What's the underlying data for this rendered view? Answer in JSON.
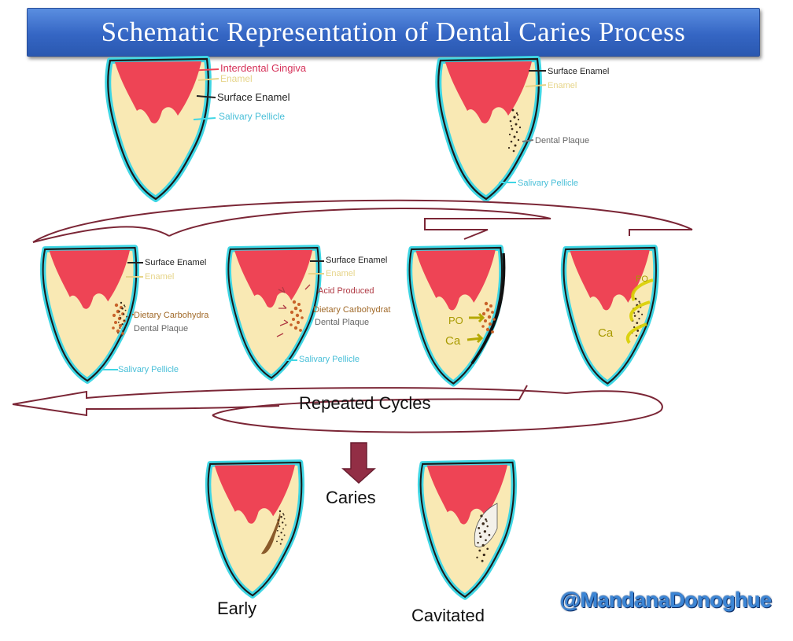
{
  "title": "Schematic Representation of Dental Caries Process",
  "watermark": "@MandanaDonoghue",
  "colors": {
    "gingiva": "#ee4455",
    "enamel": "#f9e9b4",
    "pellicle": "#3fd6e4",
    "cycle_arrow": "#7b2636",
    "caries_arrow": "#922e45",
    "label_gingiva": "#d6335a",
    "label_enamel": "#e6d488",
    "label_pellicle": "#49bfd8",
    "label_carbohydrate": "#a16a2a",
    "label_acid": "#b03a44",
    "label_plaque": "#666666",
    "label_dark": "#222222"
  },
  "panels": {
    "healthy": {
      "interdental_gingiva": "Interdental Gingiva",
      "enamel": "Enamel",
      "surface_enamel": "Surface  Enamel",
      "salivary_pellicle": "Salivary  Pellicle"
    },
    "plaque": {
      "surface_enamel": "Surface Enamel",
      "enamel": "Enamel",
      "dental_plaque": "Dental Plaque",
      "salivary_pellicle": "Salivary  Pellicle"
    },
    "diet": {
      "surface_enamel": "Surface Enamel",
      "enamel": "Enamel",
      "dietary_carbohydrate": "Dietary  Carbohydra",
      "dental_plaque": "Dental Plaque",
      "salivary_pellicle": "Salivary Pellicle"
    },
    "acid": {
      "surface_enamel": "Surface Enamel",
      "enamel": "Enamel",
      "acid_produced": "Acid  Produced",
      "dietary_carbohydrate": "Dietary  Carbohydrat",
      "dental_plaque": "Dental Plaque",
      "salivary_pellicle": "Salivary  Pellicle"
    },
    "demineralization": {
      "phosphate": "PO",
      "calcium": "Ca"
    },
    "remineralization": {
      "phosphate": "PO",
      "calcium": "Ca"
    }
  },
  "cycle_label": "Repeated  Cycles",
  "caries_label": "Caries",
  "outcomes": {
    "early": "Early",
    "cavitated": "Cavitated"
  }
}
